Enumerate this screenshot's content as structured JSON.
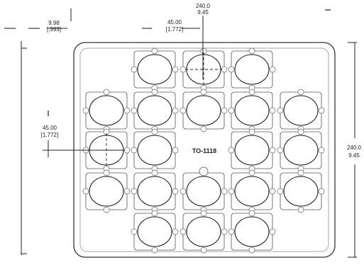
{
  "drawing": {
    "part_label": "TO-1118",
    "dimensions": {
      "overall_width": {
        "value": "240.0",
        "alt": "9.45"
      },
      "overall_height": {
        "value": "240.0",
        "alt": "9.45"
      },
      "horizontal_pitch": {
        "value": "45.00",
        "alt": "[1.772]"
      },
      "vertical_pitch": {
        "value": "45.00",
        "alt": "[1.772]"
      },
      "edge_offset": {
        "value": "9.98",
        "alt": "[.393]"
      }
    },
    "pocket_rows": [
      3,
      5,
      4,
      5,
      3
    ]
  }
}
